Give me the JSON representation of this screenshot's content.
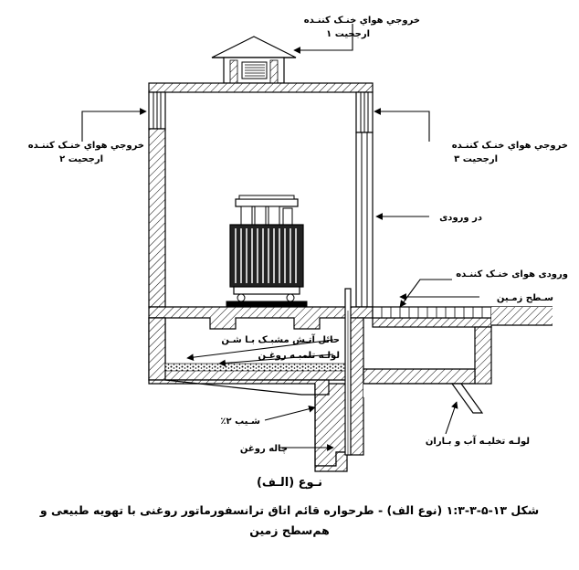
{
  "labels": {
    "outlet1_line1": "خروجي هواي خنـک کننـده",
    "outlet1_line2": "ارجحيت ۱",
    "outlet2_line1": "خروجي هواي خنـک کننـده",
    "outlet2_line2": "ارجحيت ۲",
    "outlet3_line1": "خروجي هواي خنـک کننـده",
    "outlet3_line2": "ارجحيت ۳",
    "entry_door": "در ورودی",
    "cooling_inlet": "ورودی هوای خنـک کننـده",
    "ground_level": "سـطح زمـين",
    "fire_barrier": "حائل آتـش مشبـک بـا شـن",
    "pump_pipe": "لولـه تلمبـه روغـن",
    "slope": "شـيب ۲٪",
    "drain_pipe": "لولـه تخليـه آب و بـاران",
    "oil_pit": "چاله روغن"
  },
  "subtitle": "نـوع (الـف)",
  "caption": {
    "line1": "شکل ۱۳-۵-۳-۱:۳ (نوع الف) - طرحواره قائم اتاق ترانسفورماتور روغنی با تهویه طبیعی و",
    "line2": "هم‌سطح زمين"
  }
}
